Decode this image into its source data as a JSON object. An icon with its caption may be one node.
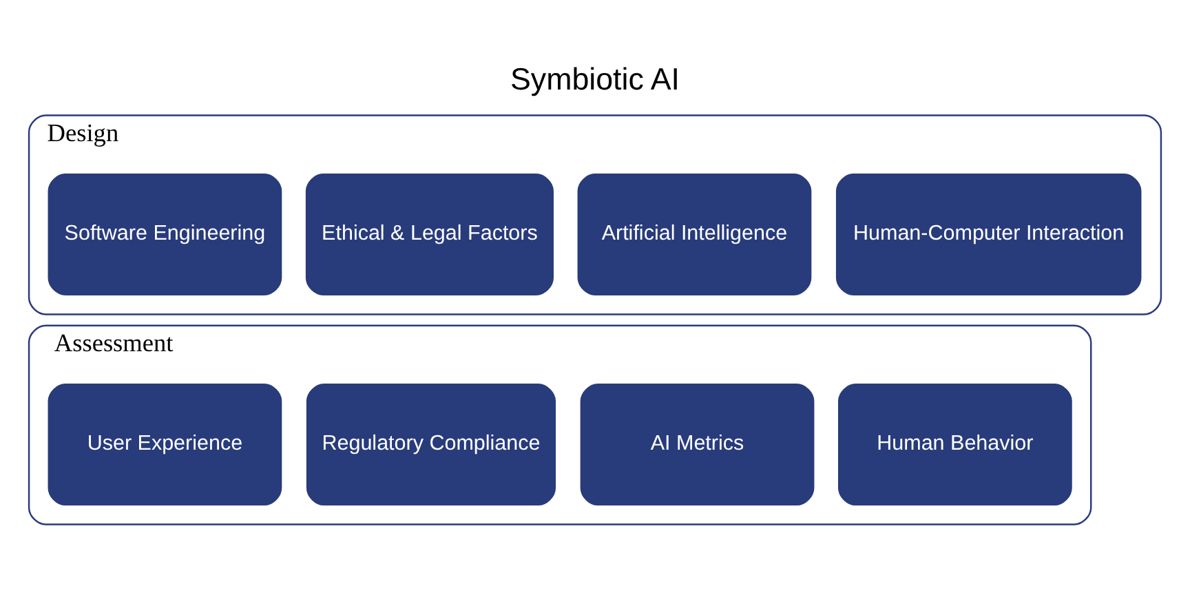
{
  "diagram": {
    "title": "Symbiotic AI",
    "nodes": [
      {
        "text": [
          "Design"
        ]
      },
      {
        "text": [
          "Human-Computer Interaction"
        ],
        "in": 0
      },
      {
        "text": [
          "Artificial Intelligence"
        ],
        "in": 0
      },
      {
        "text": [
          "Ethical & Legal Factors"
        ],
        "in": 0
      },
      {
        "text": [
          "Software Engineering"
        ],
        "in": 0
      },
      {
        "text": [
          "Assessment"
        ]
      },
      {
        "text": [
          "Human Behavior"
        ],
        "in": 5
      },
      {
        "text": [
          "AI Metrics"
        ],
        "in": 5
      },
      {
        "text": [
          "Regulatory Compliance"
        ],
        "in": 5
      },
      {
        "text": [
          "User Experience"
        ],
        "in": 5
      }
    ],
    "edges": []
  }
}
